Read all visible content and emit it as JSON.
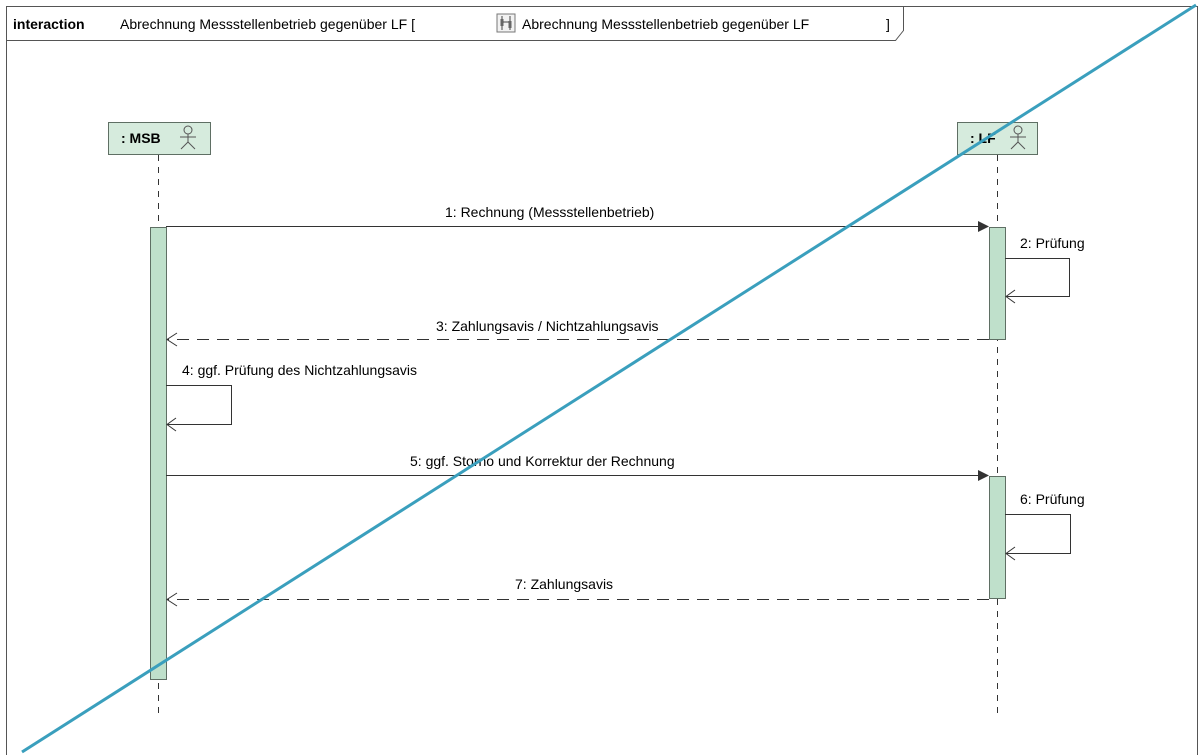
{
  "frame": {
    "keyword": "interaction",
    "title": "Abrechnung Messstellenbetrieb gegenüber LF [",
    "ref_name": "Abrechnung Messstellenbetrieb gegenüber LF",
    "closing_bracket": "]",
    "icon": "interaction-diagram-icon"
  },
  "lifelines": [
    {
      "name": ": MSB",
      "icon": "actor-icon"
    },
    {
      "name": ": LF",
      "icon": "actor-icon"
    }
  ],
  "messages": [
    {
      "label": "1: Rechnung (Messstellenbetrieb)",
      "kind": "synchronous"
    },
    {
      "label": "2: Prüfung",
      "kind": "self"
    },
    {
      "label": "3: Zahlungsavis / Nichtzahlungsavis",
      "kind": "reply"
    },
    {
      "label": "4: ggf. Prüfung des Nichtzahlungsavis",
      "kind": "self"
    },
    {
      "label": "5: ggf. Storno und Korrektur der Rechnung",
      "kind": "synchronous"
    },
    {
      "label": "6: Prüfung",
      "kind": "self"
    },
    {
      "label": "7: Zahlungsavis",
      "kind": "reply"
    }
  ],
  "colors": {
    "strike_line": "#3a9fbd",
    "activation_fill": "#bfe0cb",
    "head_fill": "#d6ebdd"
  }
}
